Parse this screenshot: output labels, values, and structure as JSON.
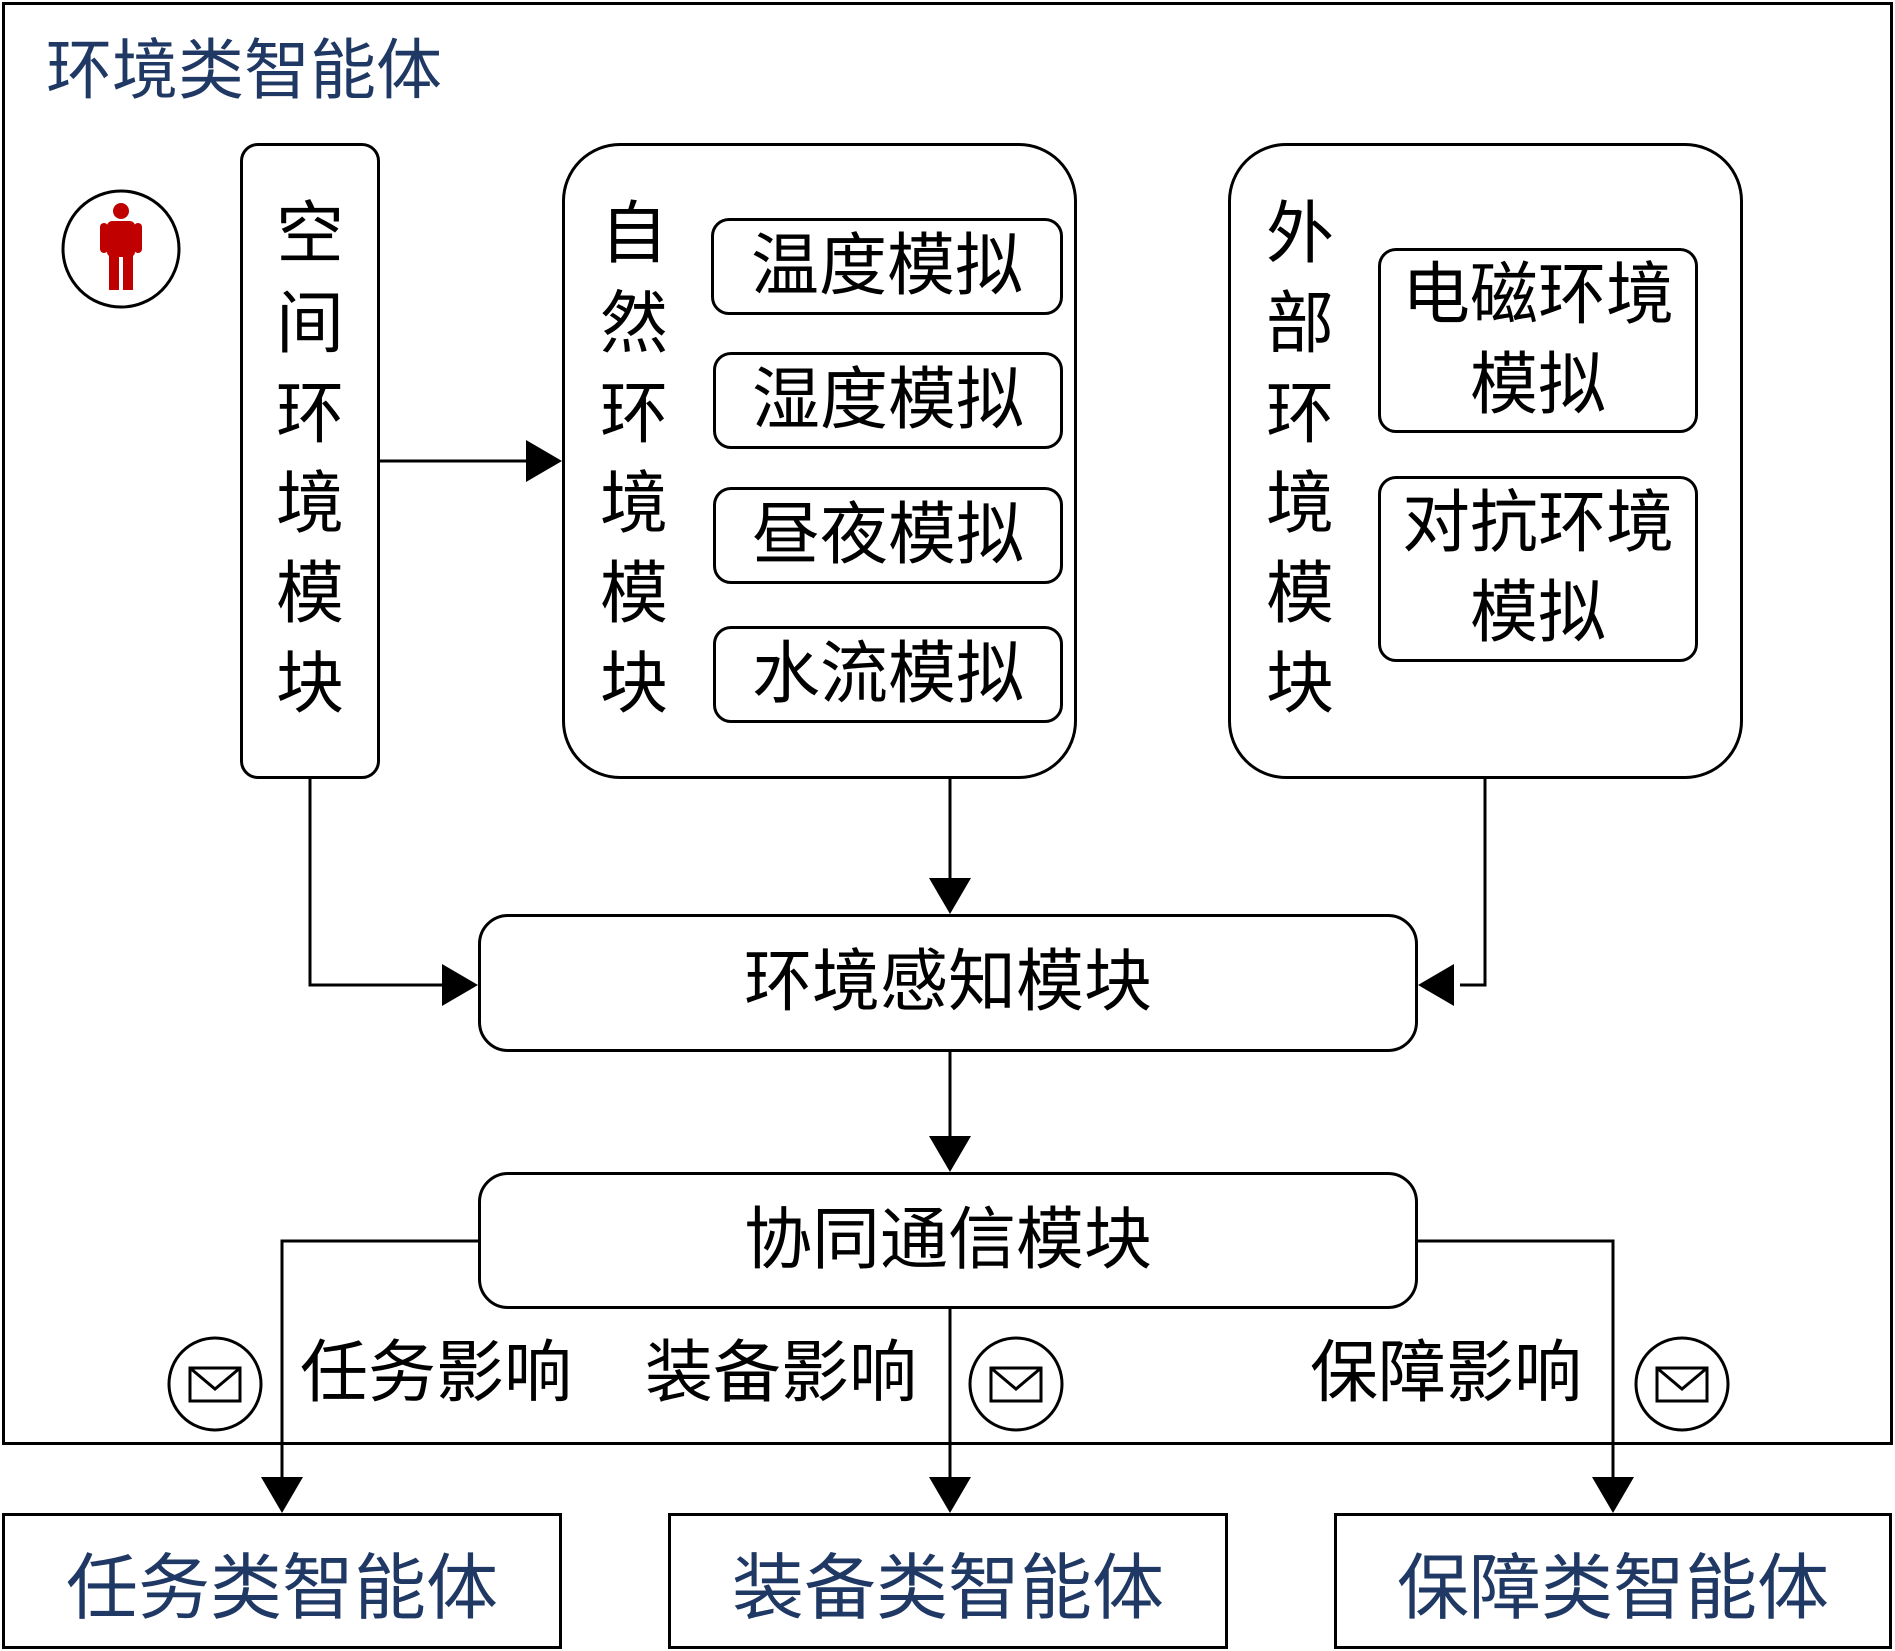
{
  "container": {
    "title": "环境类智能体"
  },
  "modules": {
    "spatial": {
      "label": "空间环境模块"
    },
    "natural": {
      "label": "自然环境模块",
      "items": [
        "温度模拟",
        "湿度模拟",
        "昼夜模拟",
        "水流模拟"
      ]
    },
    "external": {
      "label": "外部环境模块",
      "items": [
        "电磁环境模拟",
        "对抗环境模拟"
      ]
    },
    "perception": {
      "label": "环境感知模块"
    },
    "communication": {
      "label": "协同通信模块"
    }
  },
  "influences": {
    "task": "任务影响",
    "equipment": "装备影响",
    "support": "保障影响"
  },
  "agents": {
    "task": "任务类智能体",
    "equipment": "装备类智能体",
    "support": "保障类智能体"
  },
  "icons": {
    "person": "person-icon",
    "mail": "mail-icon"
  },
  "colors": {
    "title": "#1f3864",
    "person": "#c00000"
  }
}
